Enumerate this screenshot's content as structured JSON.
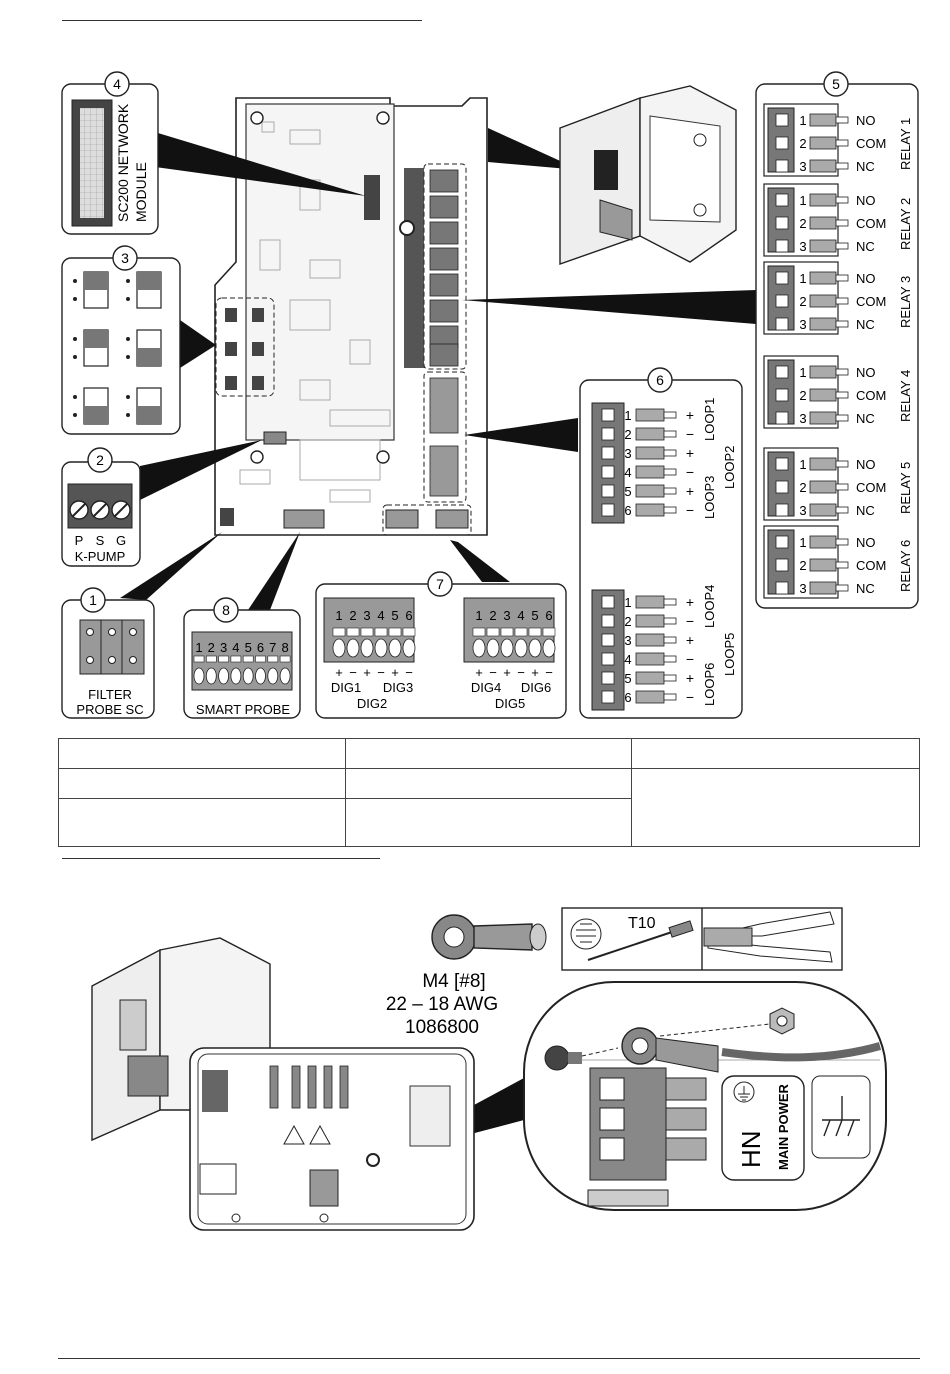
{
  "callouts": [
    "1",
    "2",
    "3",
    "4",
    "5",
    "6",
    "7",
    "8"
  ],
  "network_module": {
    "line1": "SC200 NETWORK",
    "line2": "MODULE"
  },
  "k_pump": {
    "pins": [
      "P",
      "S",
      "G"
    ],
    "label": "K-PUMP"
  },
  "filter_probe": {
    "line1": "FILTER",
    "line2": "PROBE SC"
  },
  "smart_probe": {
    "pins": [
      "1",
      "2",
      "3",
      "4",
      "5",
      "6",
      "7",
      "8"
    ],
    "label": "SMART PROBE"
  },
  "relays": {
    "pin_numbers": [
      "1",
      "2",
      "3"
    ],
    "contacts": [
      "NO",
      "COM",
      "NC"
    ],
    "names": [
      "RELAY 1",
      "RELAY 2",
      "RELAY 3",
      "RELAY 4",
      "RELAY 5",
      "RELAY 6"
    ]
  },
  "loops": {
    "pin_numbers": [
      "1",
      "2",
      "3",
      "4",
      "5",
      "6"
    ],
    "polarity": [
      "+",
      "−",
      "+",
      "−",
      "+",
      "−"
    ],
    "upper": {
      "loop_a": "LOOP1",
      "loop_b": "LOOP2",
      "loop_c": "LOOP3"
    },
    "lower": {
      "loop_a": "LOOP4",
      "loop_b": "LOOP5",
      "loop_c": "LOOP6"
    }
  },
  "digital": {
    "pins": [
      "1",
      "2",
      "3",
      "4",
      "5",
      "6"
    ],
    "polarity": [
      "+",
      "−",
      "+",
      "−",
      "+",
      "−"
    ],
    "left": {
      "a": "DIG1",
      "b": "DIG2",
      "c": "DIG3"
    },
    "right": {
      "a": "DIG4",
      "b": "DIG5",
      "c": "DIG6"
    }
  },
  "ring_terminal": {
    "size": "M4 [#8]",
    "gauge": "22 – 18 AWG",
    "part": "1086800"
  },
  "tool": {
    "label": "T10"
  },
  "main_power": {
    "label": "MAIN POWER",
    "phase": "HN"
  },
  "table": {
    "rows": [
      [
        "",
        "",
        ""
      ],
      [
        "",
        "",
        ""
      ],
      [
        "",
        ""
      ]
    ]
  }
}
